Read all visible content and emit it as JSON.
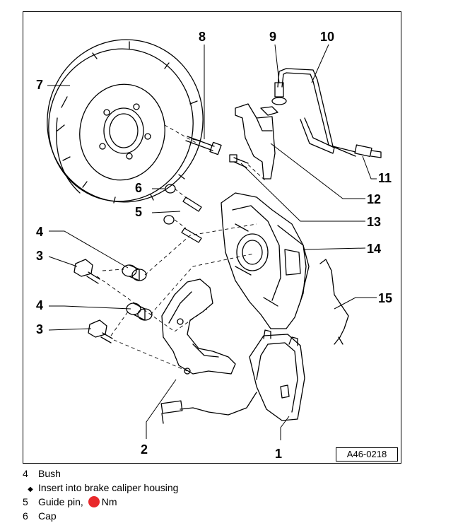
{
  "diagram": {
    "callouts": [
      "1",
      "2",
      "3",
      "3",
      "4",
      "4",
      "5",
      "6",
      "7",
      "8",
      "9",
      "10",
      "11",
      "12",
      "13",
      "14",
      "15"
    ],
    "reference": "A46-0218"
  },
  "legend": {
    "items": [
      {
        "num": "4",
        "text": "Bush"
      },
      {
        "bullet": "◆",
        "text": "Insert into brake caliper housing"
      },
      {
        "num": "5",
        "text_before": "Guide pin,",
        "text_after": "Nm",
        "dot_color": "#e8282b"
      },
      {
        "num": "6",
        "text": "Cap"
      }
    ]
  },
  "colors": {
    "line": "#000000",
    "torque_dot": "#e8282b"
  }
}
